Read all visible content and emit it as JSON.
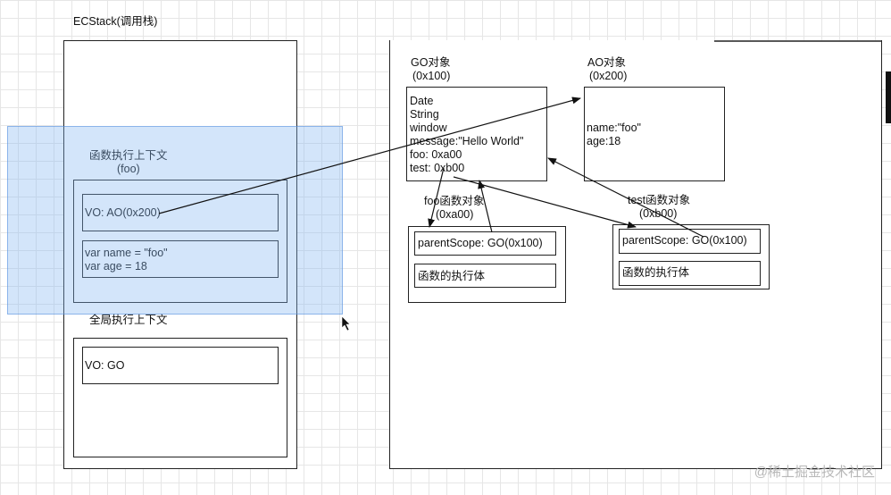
{
  "ecstack": {
    "title": "ECStack(调用栈)",
    "foo_ctx": {
      "title": "函数执行上下文",
      "subtitle": "(foo)",
      "vo": "VO: AO(0x200)",
      "vars": [
        "var name = \"foo\"",
        "var age = 18"
      ]
    },
    "global_ctx": {
      "title": "全局执行上下文",
      "vo": "VO: GO"
    }
  },
  "heap": {
    "go": {
      "title": "GO对象",
      "addr": "(0x100)",
      "props": [
        "Date",
        "String",
        "window",
        "message:\"Hello World\"",
        "foo: 0xa00",
        "test: 0xb00"
      ]
    },
    "ao": {
      "title": "AO对象",
      "addr": "(0x200)",
      "props": [
        "name:\"foo\"",
        "age:18"
      ]
    },
    "foo_fn": {
      "title": "foo函数对象",
      "addr": "(0xa00)",
      "scope": "parentScope: GO(0x100)",
      "body": "函数的执行体"
    },
    "test_fn": {
      "title": "test函数对象",
      "addr": "(0xb00)",
      "scope": "parentScope: GO(0x100)",
      "body": "函数的执行体"
    }
  },
  "watermark": "@稀土掘金技术社区",
  "colors": {
    "selection": "#82b4f0",
    "stroke": "#222222"
  }
}
